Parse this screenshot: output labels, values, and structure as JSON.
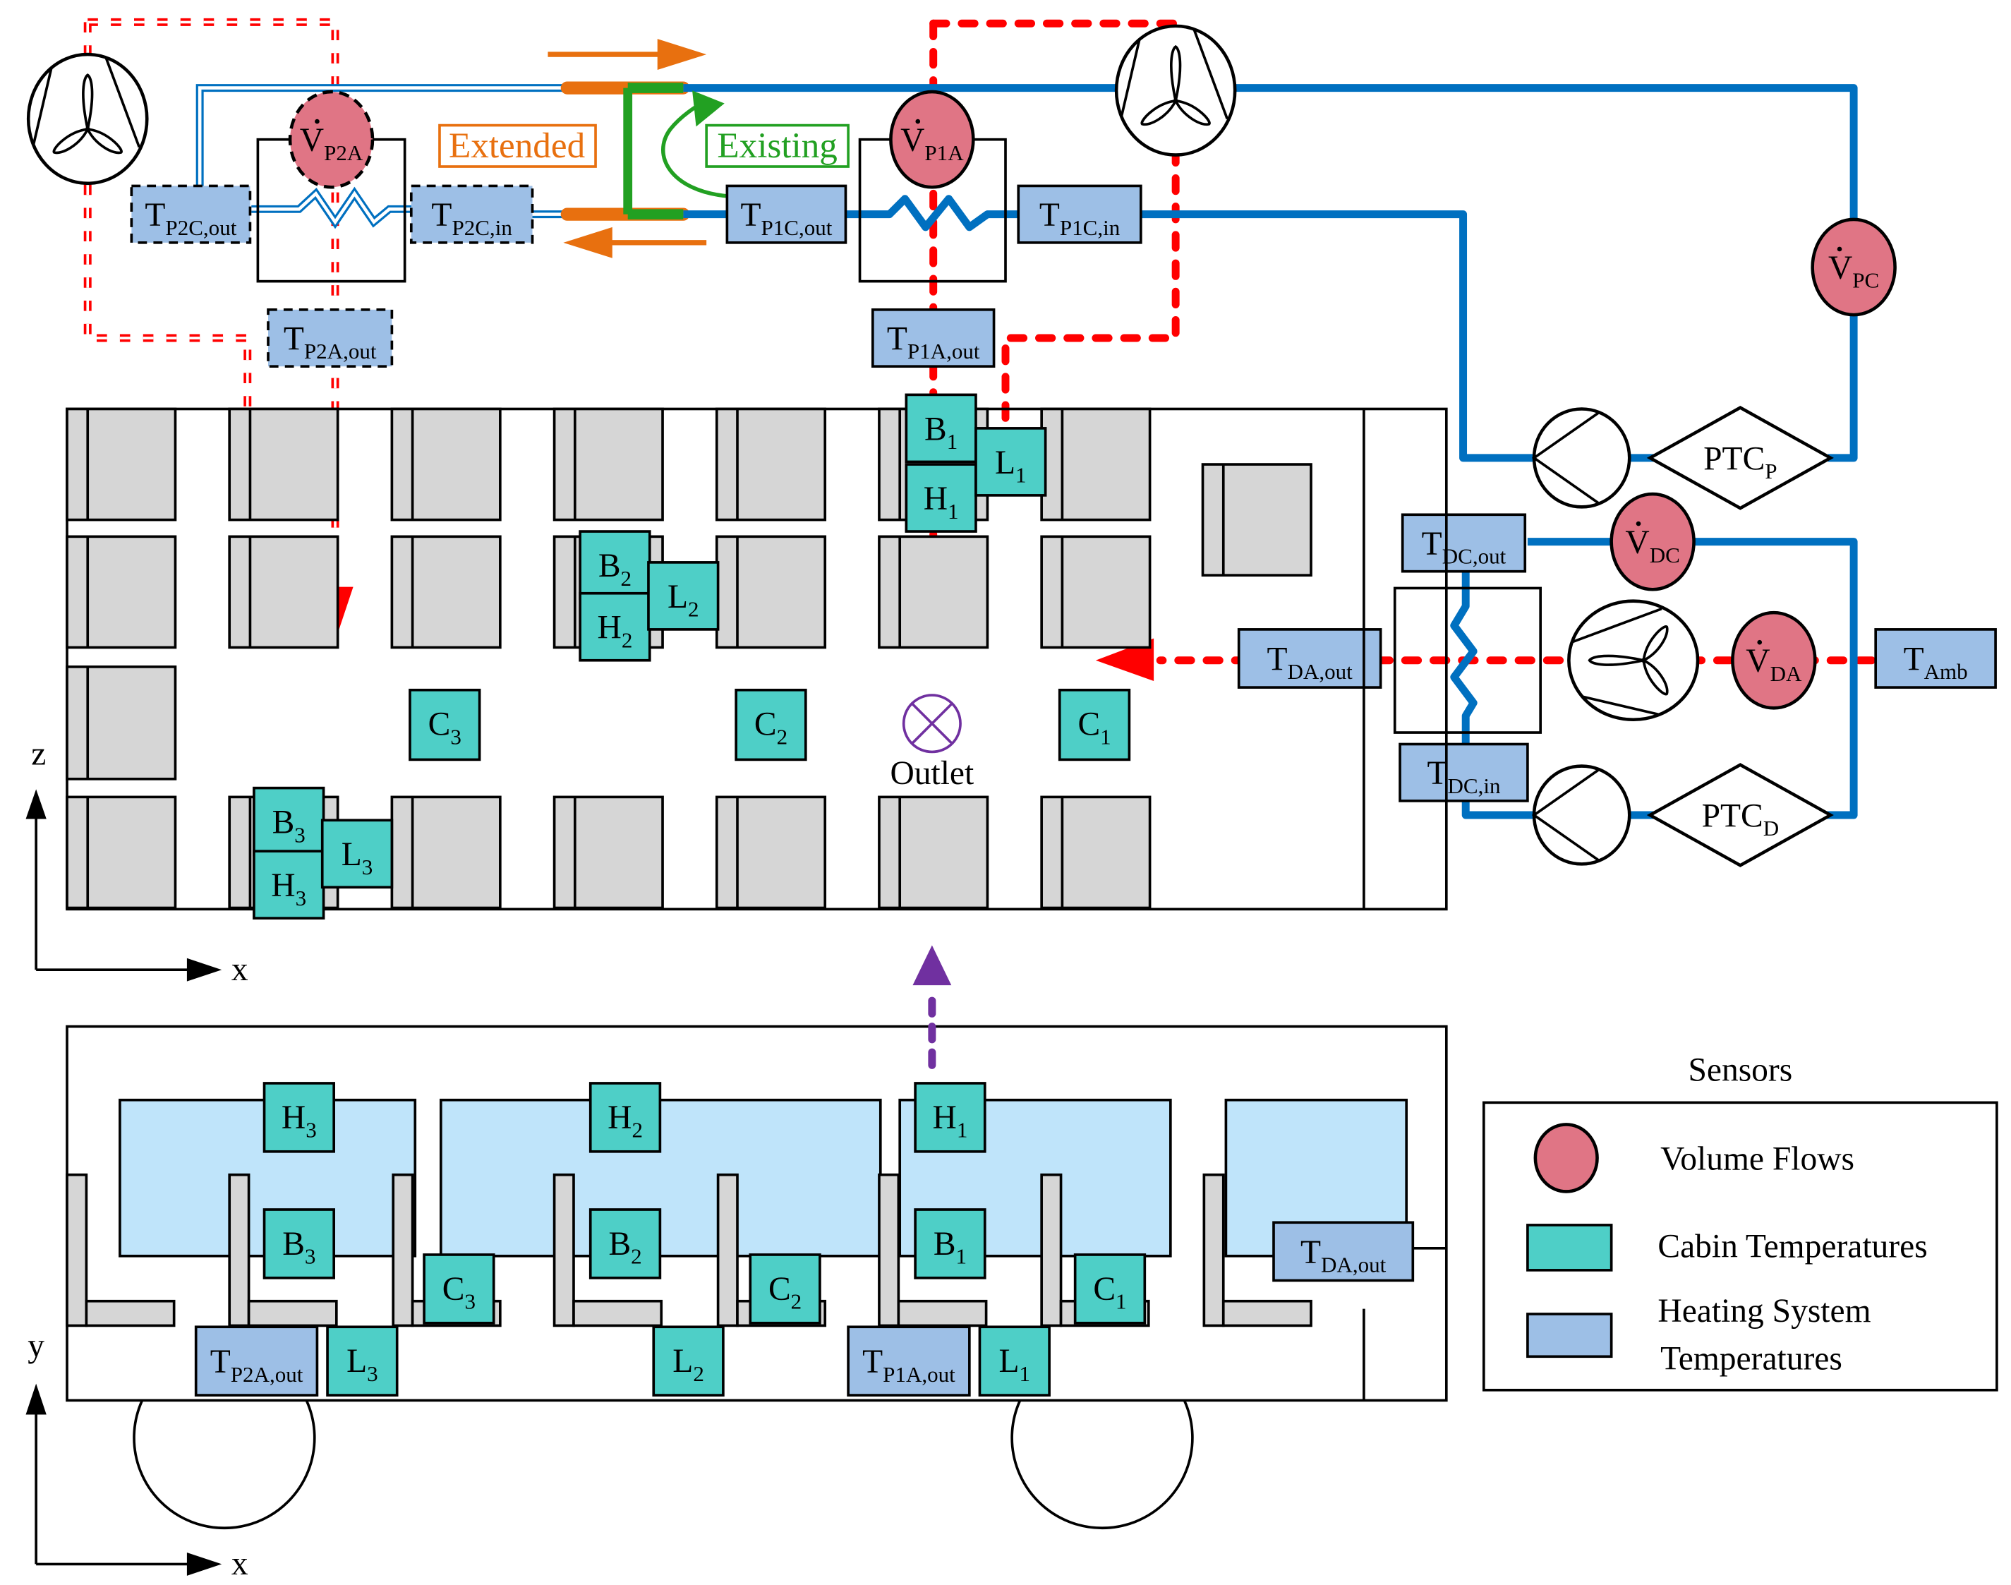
{
  "colors": {
    "cabin_sensor": "#4ecfc7",
    "heating_sensor": "#9dbfe6",
    "volume_flow": "#e07585",
    "coolant_pipe": "#0070c0",
    "air_flow": "#ff0000",
    "extended": "#e8700f",
    "existing": "#22a022",
    "outlet": "#7030a0",
    "seat": "#d6d6d6",
    "window": "#bfe4fa"
  },
  "circuit": {
    "extended_label": "Extended",
    "existing_label": "Existing",
    "vp2a": {
      "main": "V",
      "sub": "P2A"
    },
    "vp1a": {
      "main": "V",
      "sub": "P1A"
    },
    "vpc": {
      "main": "V",
      "sub": "PC"
    },
    "vdc": {
      "main": "V",
      "sub": "DC"
    },
    "vda": {
      "main": "V",
      "sub": "DA"
    },
    "tp2c_out": {
      "main": "T",
      "sub": "P2C,out"
    },
    "tp2c_in": {
      "main": "T",
      "sub": "P2C,in"
    },
    "tp2a_out": {
      "main": "T",
      "sub": "P2A,out"
    },
    "tp1c_out": {
      "main": "T",
      "sub": "P1C,out"
    },
    "tp1c_in": {
      "main": "T",
      "sub": "P1C,in"
    },
    "tp1a_out": {
      "main": "T",
      "sub": "P1A,out"
    },
    "tdc_out": {
      "main": "T",
      "sub": "DC,out"
    },
    "tdc_in": {
      "main": "T",
      "sub": "DC,in"
    },
    "tda_out": {
      "main": "T",
      "sub": "DA,out"
    },
    "tamb": {
      "main": "T",
      "sub": "Amb"
    },
    "ptc_p": {
      "main": "PTC",
      "sub": "P"
    },
    "ptc_d": {
      "main": "PTC",
      "sub": "D"
    }
  },
  "top_view": {
    "axis_z": "z",
    "axis_x": "x",
    "outlet_label": "Outlet",
    "sensors": {
      "b1": {
        "main": "B",
        "sub": "1"
      },
      "h1": {
        "main": "H",
        "sub": "1"
      },
      "l1": {
        "main": "L",
        "sub": "1"
      },
      "b2": {
        "main": "B",
        "sub": "2"
      },
      "h2": {
        "main": "H",
        "sub": "2"
      },
      "l2": {
        "main": "L",
        "sub": "2"
      },
      "b3": {
        "main": "B",
        "sub": "3"
      },
      "h3": {
        "main": "H",
        "sub": "3"
      },
      "l3": {
        "main": "L",
        "sub": "3"
      },
      "c1": {
        "main": "C",
        "sub": "1"
      },
      "c2": {
        "main": "C",
        "sub": "2"
      },
      "c3": {
        "main": "C",
        "sub": "3"
      }
    }
  },
  "side_view": {
    "axis_y": "y",
    "axis_x": "x",
    "sensors": {
      "h1": {
        "main": "H",
        "sub": "1"
      },
      "b1": {
        "main": "B",
        "sub": "1"
      },
      "c1": {
        "main": "C",
        "sub": "1"
      },
      "l1": {
        "main": "L",
        "sub": "1"
      },
      "h2": {
        "main": "H",
        "sub": "2"
      },
      "b2": {
        "main": "B",
        "sub": "2"
      },
      "c2": {
        "main": "C",
        "sub": "2"
      },
      "l2": {
        "main": "L",
        "sub": "2"
      },
      "h3": {
        "main": "H",
        "sub": "3"
      },
      "b3": {
        "main": "B",
        "sub": "3"
      },
      "c3": {
        "main": "C",
        "sub": "3"
      },
      "l3": {
        "main": "L",
        "sub": "3"
      },
      "tp2a_out": {
        "main": "T",
        "sub": "P2A,out"
      },
      "tp1a_out": {
        "main": "T",
        "sub": "P1A,out"
      },
      "tda_out": {
        "main": "T",
        "sub": "DA,out"
      }
    }
  },
  "legend": {
    "title": "Sensors",
    "items": [
      {
        "label": "Volume Flows"
      },
      {
        "label": "Cabin Temperatures"
      },
      {
        "label_line1": "Heating System",
        "label_line2": "Temperatures"
      }
    ]
  }
}
